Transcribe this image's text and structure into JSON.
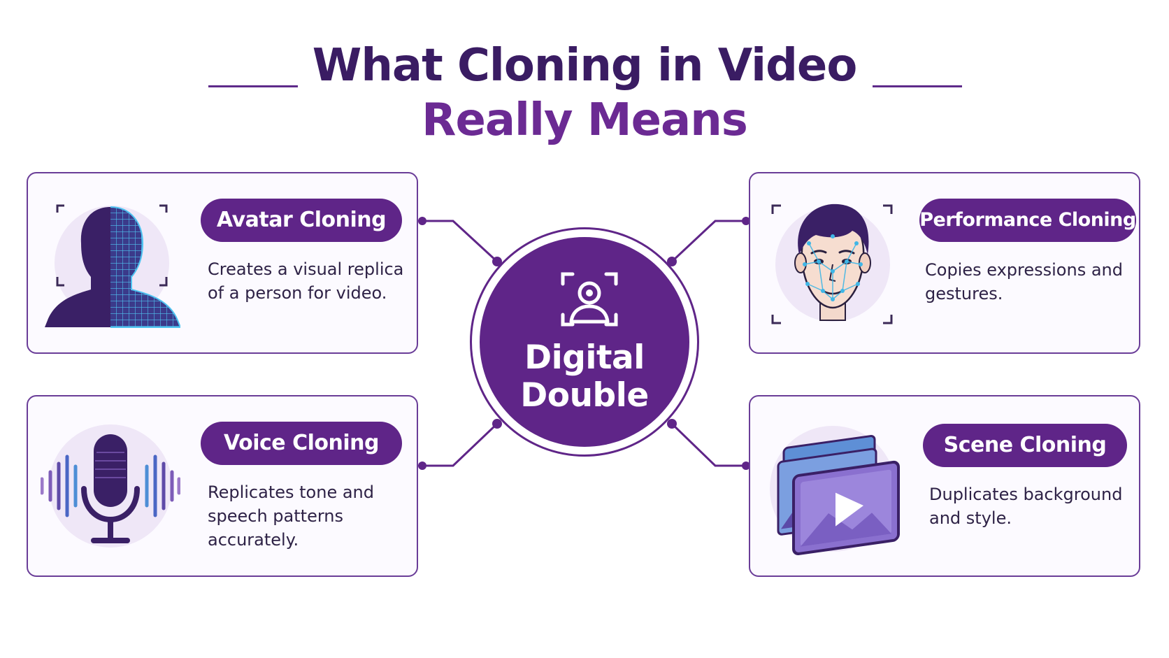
{
  "title": {
    "line1": "What Cloning in Video",
    "line2": "Really Means"
  },
  "hub": {
    "label_line1": "Digital",
    "label_line2": "Double",
    "icon": "user-scan-icon"
  },
  "cards": [
    {
      "id": "avatar",
      "title": "Avatar Cloning",
      "description": "Creates a visual replica of a person for video.",
      "icon": "head-wireframe-icon"
    },
    {
      "id": "performance",
      "title": "Performance Cloning",
      "description": "Copies expressions and gestures.",
      "icon": "face-tracking-icon"
    },
    {
      "id": "voice",
      "title": "Voice Cloning",
      "description": "Replicates tone and speech patterns accurately.",
      "icon": "microphone-waveform-icon"
    },
    {
      "id": "scene",
      "title": "Scene Cloning",
      "description": "Duplicates background and style.",
      "icon": "video-layers-icon"
    }
  ],
  "colors": {
    "primary": "#5f2588",
    "title_dark": "#3a1c63",
    "title_accent": "#6b2a93",
    "icon_cyan": "#3fb6e6"
  }
}
